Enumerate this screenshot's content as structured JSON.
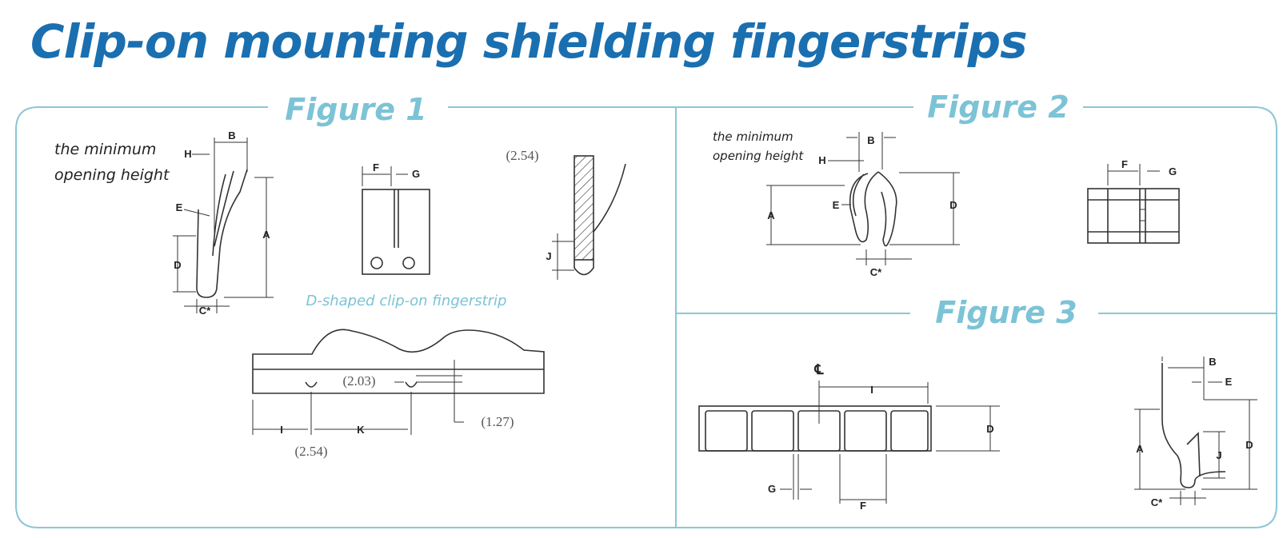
{
  "title": "Clip-on mounting shielding fingerstrips",
  "colors": {
    "title": "#1a6fb0",
    "accent": "#7cc3d6",
    "frame": "#8cc6d5"
  },
  "figure1": {
    "label": "Figure 1",
    "note_line1": "the minimum",
    "note_line2": "opening height",
    "caption": "D-shaped clip-on fingerstrip",
    "dims": {
      "B": "B",
      "H": "H",
      "E": "E",
      "A": "A",
      "D": "D",
      "C": "C*",
      "F": "F",
      "G": "G",
      "J": "J",
      "I": "I",
      "K": "K"
    },
    "measures": {
      "m254_top": "(2.54)",
      "m203": "(2.03)",
      "m127": "(1.27)",
      "m254_bottom": "(2.54)"
    }
  },
  "figure2": {
    "label": "Figure 2",
    "note_line1": "the minimum",
    "note_line2": "opening height",
    "dims": {
      "B": "B",
      "H": "H",
      "A": "A",
      "E": "E",
      "D": "D",
      "C": "C*",
      "F": "F",
      "G": "G"
    }
  },
  "figure3": {
    "label": "Figure 3",
    "dims": {
      "CL": "℄",
      "I": "I",
      "D": "D",
      "G": "G",
      "F": "F",
      "B": "B",
      "E": "E",
      "A": "A",
      "J": "J",
      "D2": "D",
      "C": "C*"
    }
  }
}
